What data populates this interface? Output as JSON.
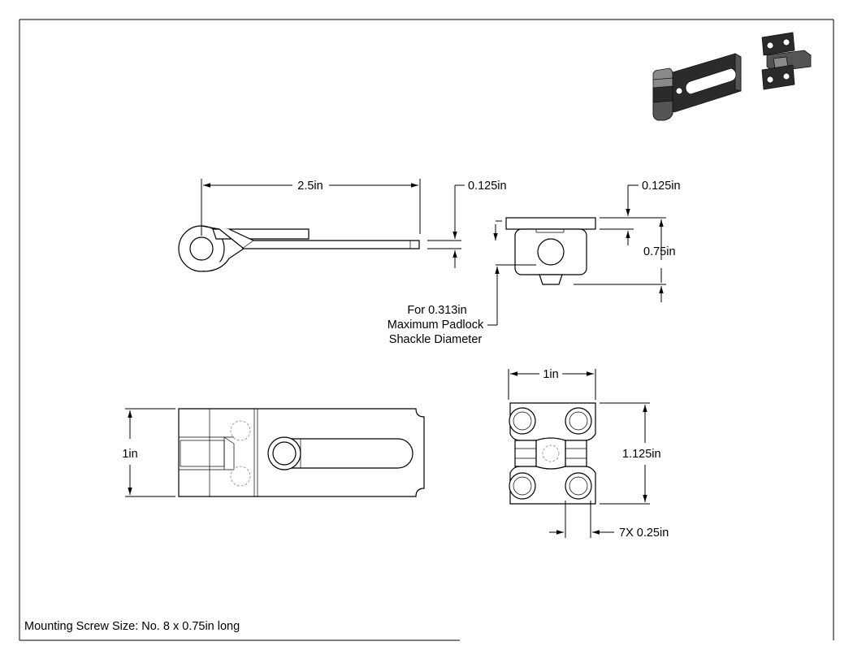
{
  "dimensions": {
    "overall_length": "2.5in",
    "thickness_side": "0.125in",
    "thickness_staple": "0.125in",
    "staple_height": "0.75in",
    "hasp_width": "1in",
    "staple_width": "1in",
    "staple_length": "1.125in",
    "hole_diameter": "7X 0.25in"
  },
  "notes": {
    "padlock_line1": "For 0.313in",
    "padlock_line2": "Maximum Padlock",
    "padlock_line3": "Shackle Diameter",
    "mounting_screw": "Mounting Screw Size: No. 8 x 0.75in long"
  }
}
